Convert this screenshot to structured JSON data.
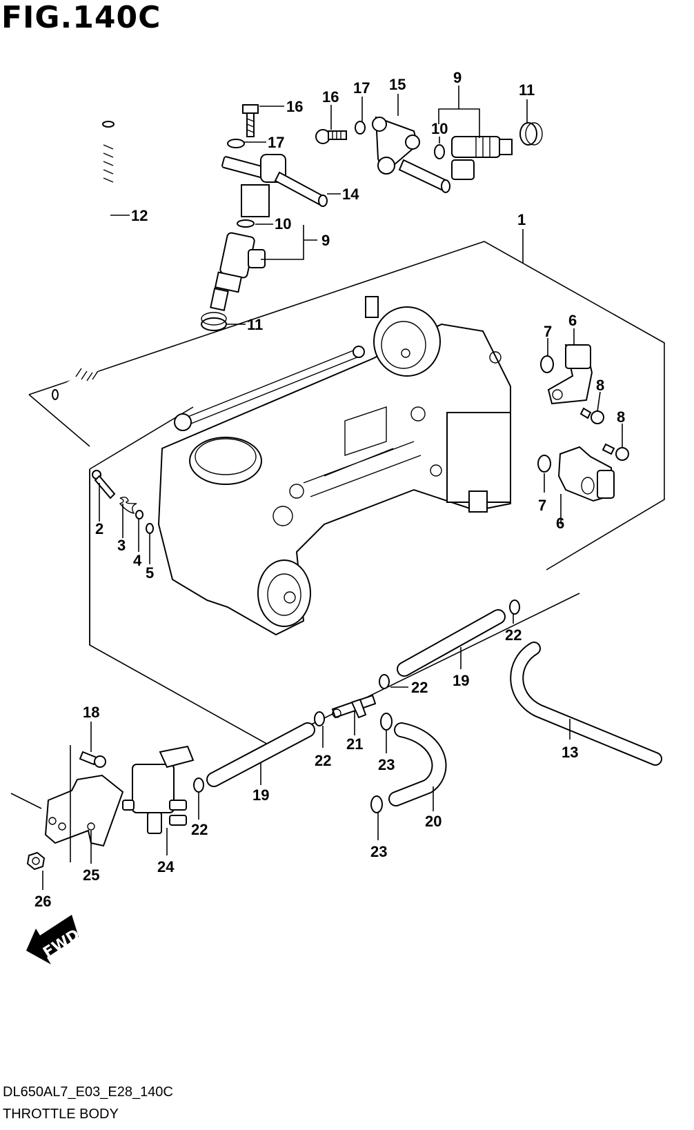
{
  "figure": {
    "title": "FIG.140C",
    "code": "DL650AL7_E03_E28_140C",
    "name": "THROTTLE BODY",
    "fwd_label": "FWD"
  },
  "callouts": {
    "c1": "1",
    "c2": "2",
    "c3": "3",
    "c4": "4",
    "c5": "5",
    "c6a": "6",
    "c6b": "6",
    "c7a": "7",
    "c7b": "7",
    "c8a": "8",
    "c8b": "8",
    "c9a": "9",
    "c9b": "9",
    "c10a": "10",
    "c10b": "10",
    "c11a": "11",
    "c11b": "11",
    "c12": "12",
    "c13": "13",
    "c14": "14",
    "c15": "15",
    "c16a": "16",
    "c16b": "16",
    "c17a": "17",
    "c17b": "17",
    "c18": "18",
    "c19a": "19",
    "c19b": "19",
    "c20": "20",
    "c21": "21",
    "c22a": "22",
    "c22b": "22",
    "c22c": "22",
    "c22d": "22",
    "c23a": "23",
    "c23b": "23",
    "c24": "24",
    "c25": "25",
    "c26": "26"
  }
}
